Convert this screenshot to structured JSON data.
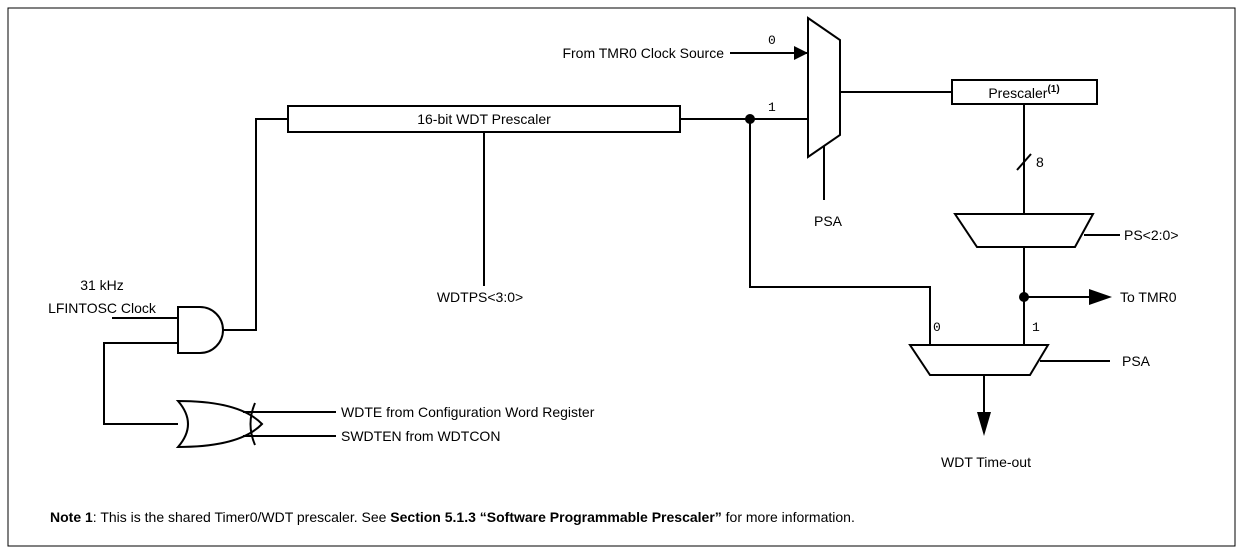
{
  "labels": {
    "tmr0_clock_source": "From TMR0 Clock Source",
    "wdt_prescaler": "16-bit WDT Prescaler",
    "prescaler": "Prescaler",
    "prescaler_superscript": "(1)",
    "bus_width": "8",
    "psa_top": "PSA",
    "ps_select": "PS<2:0>",
    "to_tmr0": "To TMR0",
    "psa_bottom": "PSA",
    "wdt_timeout": "WDT Time-out",
    "clock_freq": "31 kHz",
    "clock_name": "LFINTOSC Clock",
    "wdtps": "WDTPS<3:0>",
    "wdte": "WDTE from Configuration Word Register",
    "swdten": "SWDTEN from WDTCON",
    "mux1_in0": "0",
    "mux1_in1": "1",
    "mux2_in0": "0",
    "mux2_in1": "1"
  },
  "note": {
    "label": "Note 1",
    "text_before": ": This is the shared Timer0/WDT prescaler. See ",
    "section": "Section 5.1.3 “Software Programmable Prescaler”",
    "text_after": " for more information."
  }
}
